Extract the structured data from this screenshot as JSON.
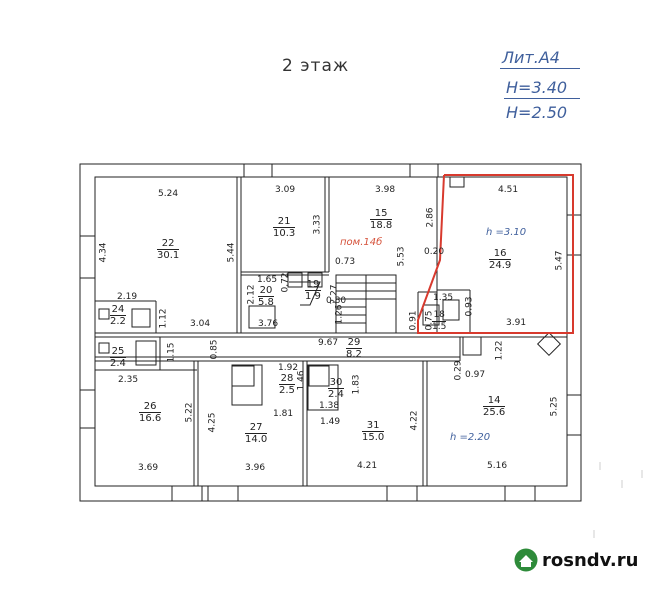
{
  "title": "2 этаж",
  "lit": {
    "line1": "Лит.А4",
    "line2": "Н=3.40",
    "line3": "Н=2.50"
  },
  "rooms": [
    {
      "id": "22",
      "n": "22",
      "a": "30.1"
    },
    {
      "id": "21",
      "n": "21",
      "a": "10.3"
    },
    {
      "id": "15",
      "n": "15",
      "a": "18.8"
    },
    {
      "id": "16",
      "n": "16",
      "a": "24.9"
    },
    {
      "id": "20",
      "n": "20",
      "a": "5.8"
    },
    {
      "id": "19",
      "n": "19",
      "a": "1.9"
    },
    {
      "id": "24",
      "n": "24",
      "a": "2.2"
    },
    {
      "id": "25",
      "n": "25",
      "a": "2.4"
    },
    {
      "id": "29",
      "n": "29",
      "a": "8.2"
    },
    {
      "id": "28",
      "n": "28",
      "a": "2.5"
    },
    {
      "id": "30",
      "n": "30",
      "a": "2.4"
    },
    {
      "id": "26",
      "n": "26",
      "a": "16.6"
    },
    {
      "id": "27",
      "n": "27",
      "a": "14.0"
    },
    {
      "id": "31",
      "n": "31",
      "a": "15.0"
    },
    {
      "id": "14",
      "n": "14",
      "a": "25.6"
    },
    {
      "id": "18",
      "n": "18",
      "a": "1.5"
    }
  ],
  "labels": {
    "pom": "пом.14б",
    "h310": "h =3.10",
    "h220": "h =2.20"
  },
  "dims": [
    "5.24",
    "3.09",
    "3.98",
    "4.51",
    "4.34",
    "5.44",
    "3.33",
    "2.86",
    "5.47",
    "0.20",
    "0.73",
    "5.53",
    "1.65",
    "0.72",
    "2.12",
    "2.27",
    "0.80",
    "1.26",
    "0.91",
    "0.75",
    "1.35",
    "0.93",
    "3.91",
    "2.19",
    "1.12",
    "3.04",
    "3.76",
    "9.67",
    "1.15",
    "0.85",
    "1.22",
    "0.29",
    "0.97",
    "2.35",
    "1.92",
    "1.46",
    "1.83",
    "1.38",
    "5.22",
    "4.25",
    "1.81",
    "1.49",
    "4.22",
    "5.25",
    "3.69",
    "3.96",
    "4.21",
    "5.16"
  ],
  "watermark": "rosndv.ru",
  "colors": {
    "ink": "#222222",
    "blue": "#3f5f9c",
    "red": "#d83a2e",
    "label_red": "#d6543d",
    "green": "#2e8b3a"
  }
}
